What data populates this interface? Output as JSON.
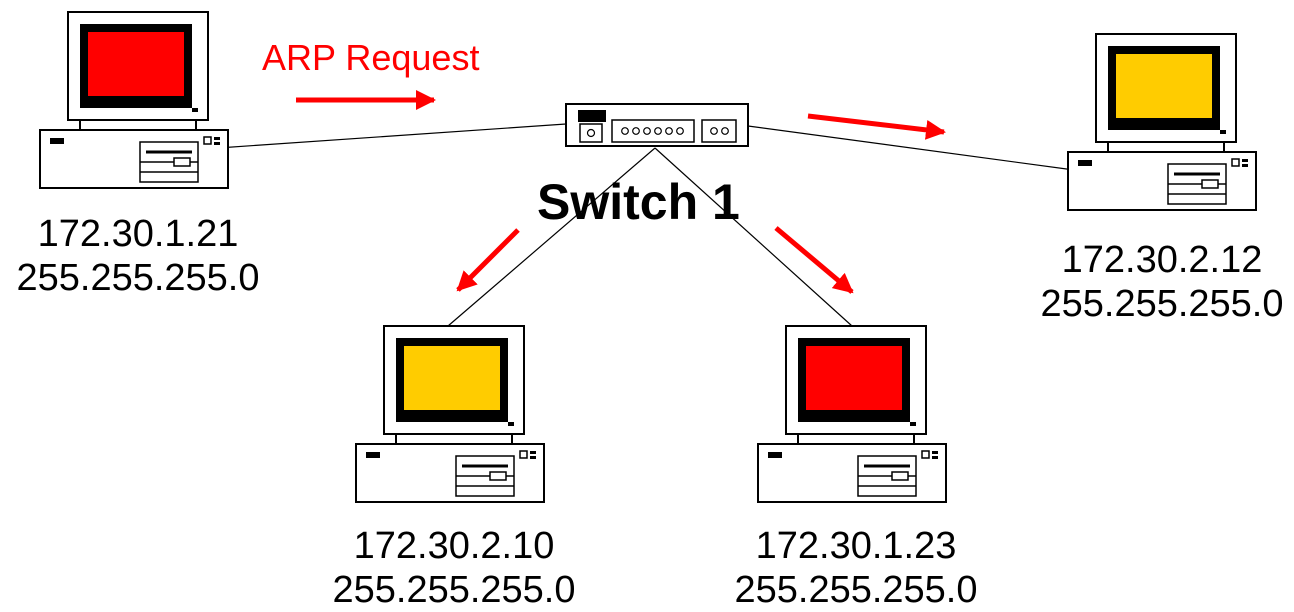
{
  "annotation": {
    "arp_request": "ARP Request"
  },
  "switch": {
    "label": "Switch 1"
  },
  "hosts": [
    {
      "id": "host-a",
      "ip": "172.30.1.21",
      "mask": "255.255.255.0",
      "screen_color": "#ff0000"
    },
    {
      "id": "host-b",
      "ip": "172.30.2.12",
      "mask": "255.255.255.0",
      "screen_color": "#ffcc00"
    },
    {
      "id": "host-c",
      "ip": "172.30.2.10",
      "mask": "255.255.255.0",
      "screen_color": "#ffcc00"
    },
    {
      "id": "host-d",
      "ip": "172.30.1.23",
      "mask": "255.255.255.0",
      "screen_color": "#ff0000"
    }
  ],
  "colors": {
    "arrow": "#ff0000",
    "line": "#000000"
  }
}
